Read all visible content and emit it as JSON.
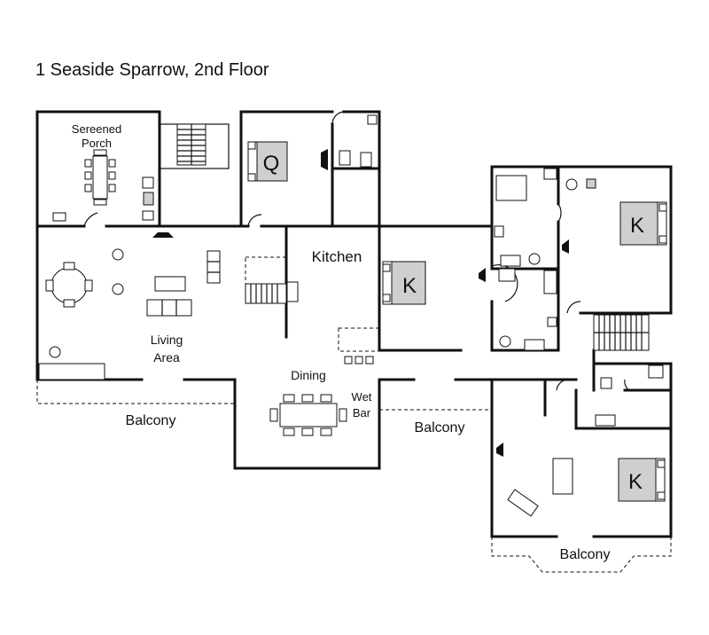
{
  "title": "1 Seaside Sparrow, 2nd Floor",
  "rooms": {
    "screened_porch": [
      "Sereened",
      "Porch"
    ],
    "kitchen": "Kitchen",
    "living_area": [
      "Living",
      "Area"
    ],
    "dining": "Dining",
    "wet_bar": [
      "Wet",
      "Bar"
    ],
    "balcony_left": "Balcony",
    "balcony_center": "Balcony",
    "balcony_right": "Balcony"
  },
  "bed_labels": {
    "queen": "Q",
    "king_center": "K",
    "king_top_right": "K",
    "king_bottom_right": "K"
  }
}
